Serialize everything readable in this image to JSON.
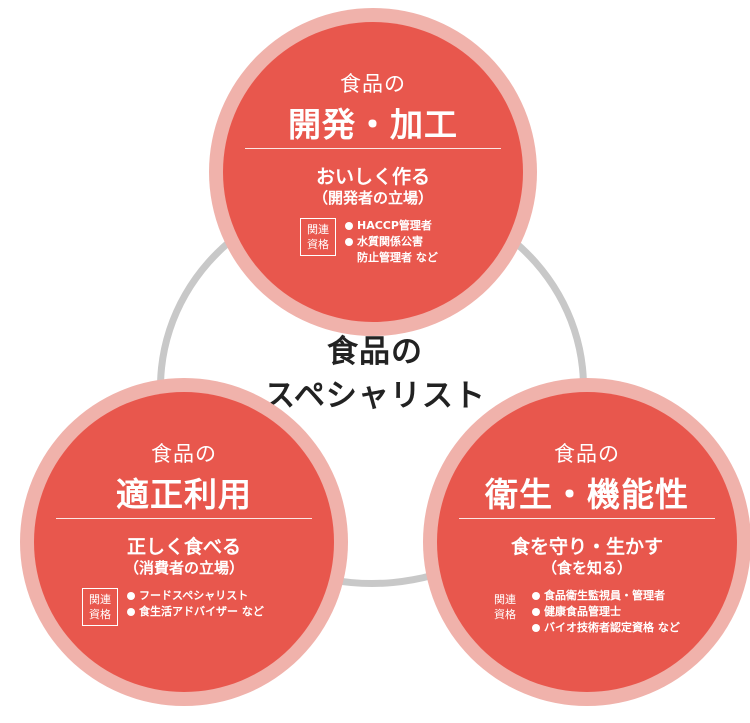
{
  "center": {
    "line1": "食品の",
    "line2": "スペシャリスト"
  },
  "nodes": {
    "top": {
      "small": "食品の",
      "main": "開発・加工",
      "role": "おいしく作る",
      "view": "（開発者の立場）",
      "rel_label": [
        "関連",
        "資格"
      ],
      "items": [
        "HACCP管理者",
        "水質関係公害"
      ],
      "item_cont": "防止管理者 など"
    },
    "left": {
      "small": "食品の",
      "main": "適正利用",
      "role": "正しく食べる",
      "view": "（消費者の立場）",
      "rel_label": [
        "関連",
        "資格"
      ],
      "items": [
        "フードスペシャリスト",
        "食生活アドバイザー など"
      ]
    },
    "right": {
      "small": "食品の",
      "main": "衛生・機能性",
      "role": "食を守り・生かす",
      "view": "（食を知る）",
      "rel_label": [
        "関連",
        "資格"
      ],
      "items": [
        "食品衛生監視員・管理者",
        "健康食品管理士",
        "バイオ技術者認定資格 など"
      ]
    }
  },
  "colors": {
    "circle_fill": "#e8574d",
    "circle_halo": "#f0b2ab",
    "ring": "#c8c8c8",
    "center_text": "#222222"
  }
}
